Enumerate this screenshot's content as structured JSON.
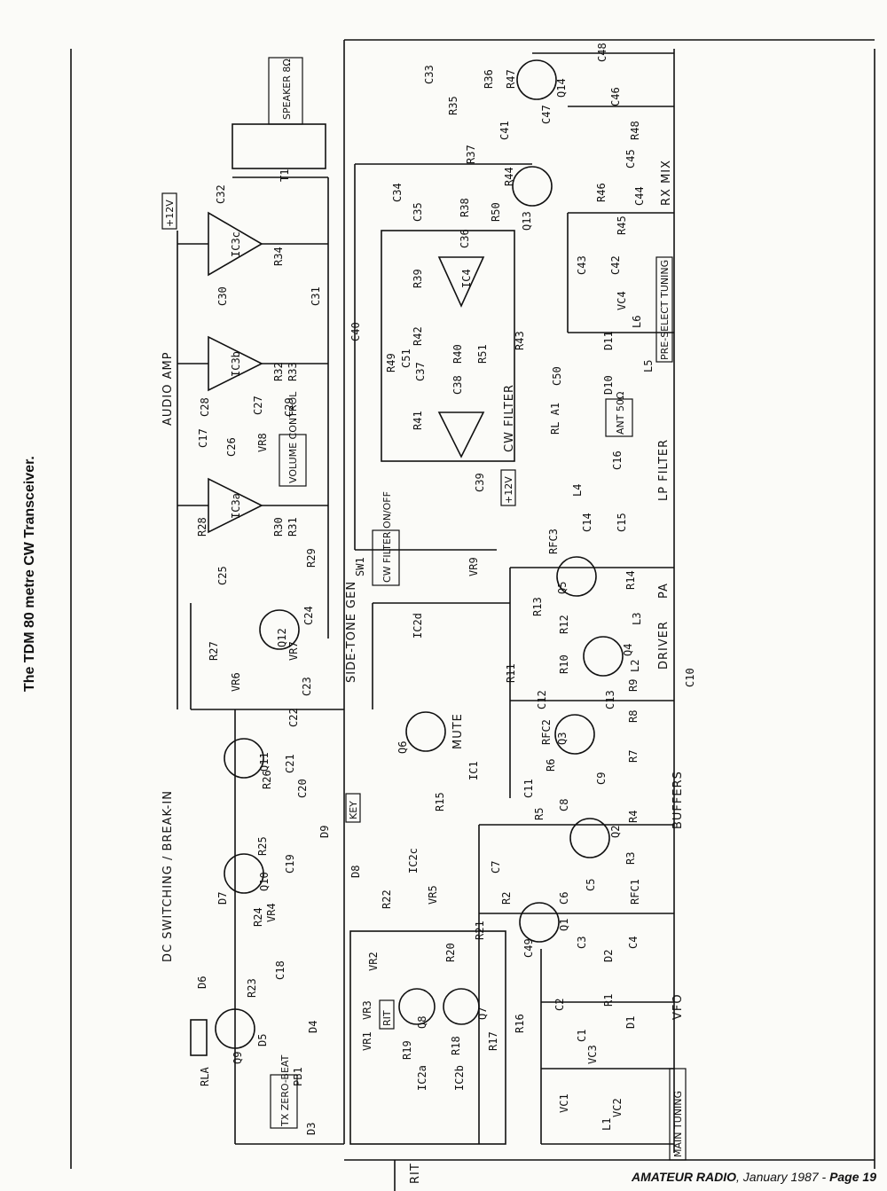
{
  "title": "The TDM 80 metre CW Transceiver.",
  "footer": {
    "publication": "AMATEUR RADIO",
    "issue": ", January 1987 - ",
    "page": "Page 19"
  },
  "sections": {
    "audio_amp": "AUDIO AMP",
    "dc_switching": "DC SWITCHING / BREAK-IN",
    "side_tone_gen": "SIDE-TONE GEN",
    "mute": "MUTE",
    "cw_filter": "CW FILTER",
    "lp_filter": "LP FILTER",
    "pa": "PA",
    "driver": "DRIVER",
    "buffers": "BUFFERS",
    "vfo": "VFO",
    "rx_mix": "RX MIX",
    "rit": "RIT"
  },
  "boxes": {
    "speaker": "SPEAKER 8Ω",
    "volume_control": "VOLUME CONTROL",
    "cw_filter_onoff": "CW FILTER ON/OFF",
    "tx_zero_beat": "TX ZERO-BEAT",
    "key": "KEY",
    "rit": "RIT",
    "ant": "ANT 50Ω",
    "pre_select_tuning": "PRE-SELECT TUNING",
    "main_tuning": "MAIN TUNING",
    "supply_a": "+12V",
    "supply_b": "+12V"
  },
  "components": {
    "resistors": [
      "R1",
      "R2",
      "R3",
      "R4",
      "R5",
      "R6",
      "R7",
      "R8",
      "R9",
      "R10",
      "R11",
      "R12",
      "R13",
      "R14",
      "R15",
      "R16",
      "R17",
      "R18",
      "R19",
      "R20",
      "R21",
      "R22",
      "R23",
      "R24",
      "R25",
      "R26",
      "R27",
      "R28",
      "R29",
      "R30",
      "R31",
      "R32",
      "R33",
      "R34",
      "R35",
      "R36",
      "R37",
      "R38",
      "R39",
      "R40",
      "R41",
      "R42",
      "R43",
      "R44",
      "R45",
      "R46",
      "R47",
      "R48",
      "R49",
      "R50",
      "R51"
    ],
    "capacitors": [
      "C1",
      "C2",
      "C3",
      "C4",
      "C5",
      "C6",
      "C7",
      "C8",
      "C9",
      "C10",
      "C11",
      "C12",
      "C13",
      "C14",
      "C15",
      "C16",
      "C17",
      "C18",
      "C19",
      "C20",
      "C21",
      "C22",
      "C23",
      "C24",
      "C25",
      "C26",
      "C27",
      "C28",
      "C29",
      "C30",
      "C31",
      "C32",
      "C33",
      "C34",
      "C35",
      "C36",
      "C37",
      "C38",
      "C39",
      "C40",
      "C41",
      "C42",
      "C43",
      "C44",
      "C45",
      "C46",
      "C47",
      "C48",
      "C49",
      "C50",
      "C51"
    ],
    "transistors": [
      "Q1",
      "Q2",
      "Q3",
      "Q4",
      "Q5",
      "Q6",
      "Q7",
      "Q8",
      "Q9",
      "Q10",
      "Q11",
      "Q12",
      "Q13",
      "Q14"
    ],
    "diodes": [
      "D1",
      "D2",
      "D3",
      "D4",
      "D5",
      "D6",
      "D7",
      "D8",
      "D9",
      "D10",
      "D11"
    ],
    "ics": [
      "IC1",
      "IC2a",
      "IC2b",
      "IC2c",
      "IC2d",
      "IC3a",
      "IC3b",
      "IC3c",
      "IC4"
    ],
    "pots": [
      "VR1",
      "VR2",
      "VR3",
      "VR4",
      "VR5",
      "VR6",
      "VR7",
      "VR8",
      "VR9"
    ],
    "variable_caps": [
      "VC1",
      "VC2",
      "VC3",
      "VC4"
    ],
    "inductors": [
      "L1",
      "L2",
      "L3",
      "L4",
      "L5",
      "L6",
      "RFC1",
      "RFC2",
      "RFC3",
      "T1"
    ],
    "switches": [
      "SW1",
      "PB1",
      "RLA",
      "RL A1"
    ]
  }
}
